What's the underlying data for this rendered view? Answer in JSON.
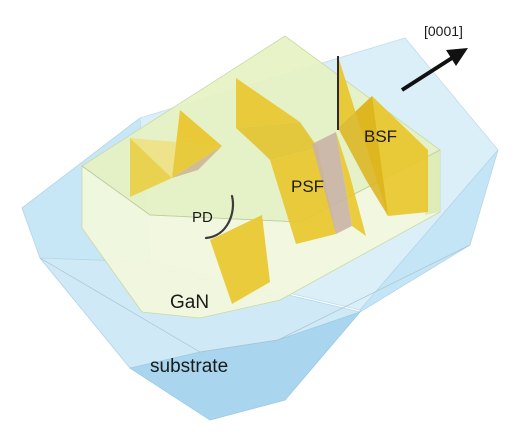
{
  "diagram": {
    "labels": {
      "direction": "[0001]",
      "bsf": "BSF",
      "psf": "PSF",
      "pd": "PD",
      "gan": "GaN",
      "substrate": "substrate"
    },
    "colors": {
      "substrate_light": "#dbeff9",
      "substrate_mid": "#c4e5f5",
      "substrate_dark": "#a9d6ee",
      "gan_top": "#e6f2c2",
      "gan_front": "#f3f8dd",
      "gan_side": "#dcebb4",
      "fault_yellow": "#ecc92a",
      "fault_yellow_dark": "#dcb31c",
      "psf_tint": "#c9b3a5",
      "line": "#2b2b2b",
      "edge": "#b9c7bf"
    }
  }
}
